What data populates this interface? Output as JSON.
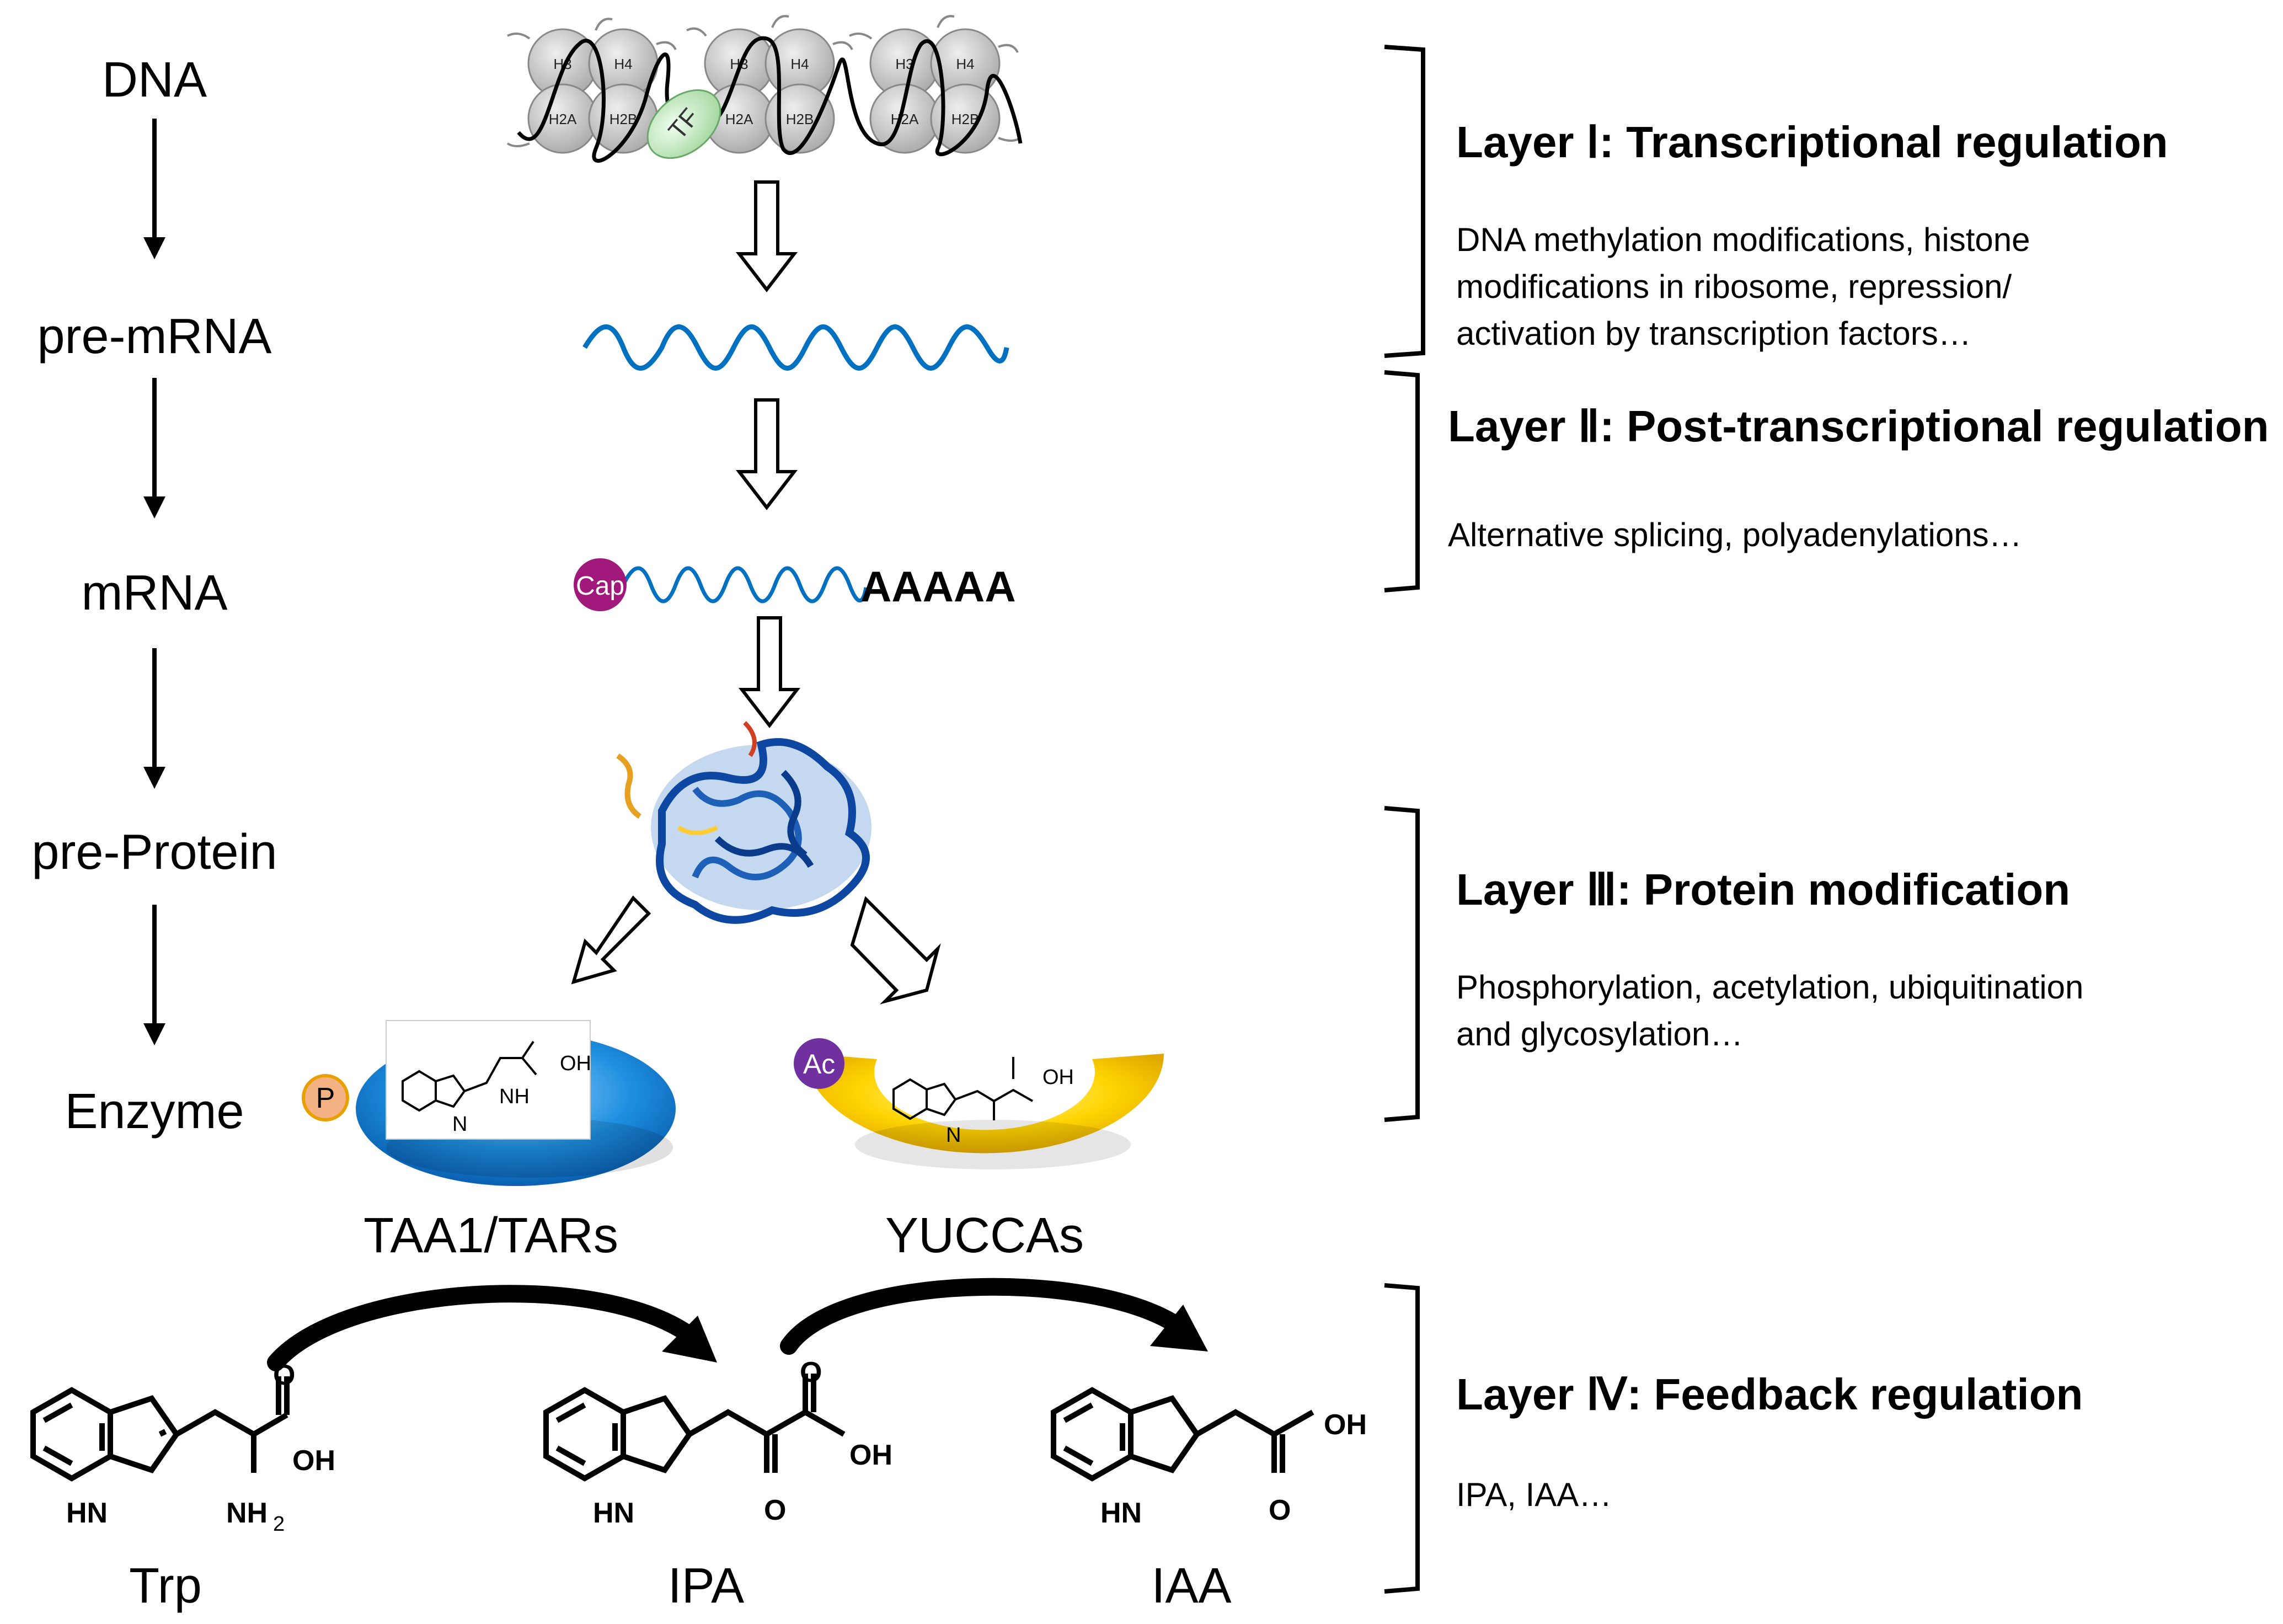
{
  "flow": {
    "steps": [
      "DNA",
      "pre-mRNA",
      "mRNA",
      "pre-Protein",
      "Enzyme"
    ]
  },
  "dna_graphic": {
    "histone_labels": [
      "H3",
      "H4",
      "H2A",
      "H2B"
    ],
    "tf_label": "TF"
  },
  "mrna": {
    "cap_label": "Cap",
    "polya_label": "AAAAA"
  },
  "enzymes": {
    "taa1": {
      "name": "TAA1/TARs",
      "mod_label": "P",
      "mod_color": "#f4b183"
    },
    "yucca": {
      "name": "YUCCAs",
      "mod_label": "Ac",
      "mod_color": "#7030a0"
    }
  },
  "compounds": {
    "trp": "Trp",
    "ipa": "IPA",
    "iaa": "IAA"
  },
  "chem_labels": {
    "hn": "HN",
    "h": "H",
    "n": "N",
    "nh2": "NH",
    "nh2_sub": "2",
    "oh": "OH",
    "o": "O"
  },
  "layers": [
    {
      "title": "Layer Ⅰ: Transcriptional regulation",
      "desc": [
        "DNA methylation modifications, histone",
        "modifications in ribosome, repression/",
        "activation by transcription factors…"
      ]
    },
    {
      "title": "Layer Ⅱ: Post-transcriptional regulation",
      "desc": [
        "Alternative splicing, polyadenylations…"
      ]
    },
    {
      "title": "Layer Ⅲ: Protein modification",
      "desc": [
        "Phosphorylation, acetylation, ubiquitination",
        "and glycosylation…"
      ]
    },
    {
      "title": "Layer Ⅳ: Feedback regulation",
      "desc": [
        "IPA, IAA…"
      ]
    }
  ],
  "colors": {
    "mrna_wave": "#0070c0",
    "taa1_disc": "#1e90e0",
    "yucca_ring": "#ffd400",
    "tf": "#b8e0b0",
    "protein": "#0d47a1"
  }
}
